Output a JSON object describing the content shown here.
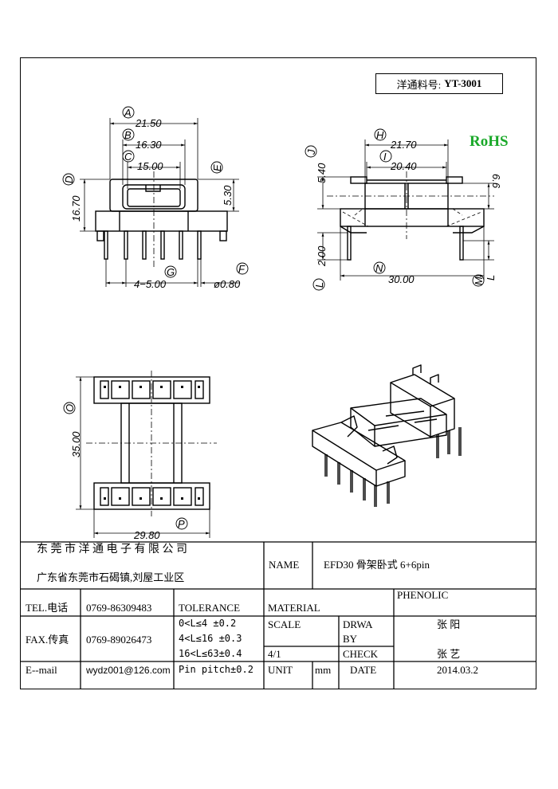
{
  "header": {
    "part_label": "洋通料号:",
    "part_number": "YT-3001",
    "rohs": "RoHS"
  },
  "dimensions": {
    "A": "A",
    "A_val": "21.50",
    "B": "B",
    "B_val": "16.30",
    "C": "C",
    "C_val": "15.00",
    "D": "D",
    "D_val": "16.70",
    "E": "E",
    "E_val": "5.30",
    "F": "F",
    "F_val": "ø0.80",
    "G": "G",
    "G_val": "4−5.00",
    "H": "H",
    "H_val": "21.70",
    "I": "I",
    "I_val": "20.40",
    "J": "J",
    "J_val": "5.40",
    "K_val": "6.6",
    "L": "L",
    "L_val": "2.00",
    "M": "M",
    "M_label2": "L",
    "N": "N",
    "N_val": "30.00",
    "O": "O",
    "O_val": "35.00",
    "P": "P",
    "P_val": "29.80"
  },
  "title_block": {
    "company": "东 莞 市 洋 通 电 子 有 限 公 司",
    "address": "广东省东莞市石碣镇,刘屋工业区",
    "name_label": "NAME",
    "name_value": "EFD30 骨架卧式 6+6pin",
    "tel_label": "TEL.电话",
    "tel_value": "0769-86309483",
    "tolerance_label": "TOLERANCE",
    "material_label": "MATERIAL",
    "material_value": "PHENOLIC",
    "fax_label": "FAX.传真",
    "fax_value": "0769-89026473",
    "tol1": "0<L≤4   ±0.2",
    "tol2": "4<L≤16  ±0.3",
    "tol3": "16<L≤63±0.4",
    "tol4": "Pin pitch±0.2",
    "scale_label": "SCALE",
    "scale_value": "4/1",
    "drawn_label1": "DRWA",
    "drawn_label2": "BY",
    "drawn_value": "张 阳",
    "check_label": "CHECK",
    "check_value": "张 艺",
    "email_label": "E--mail",
    "email_value": "wydz001@126.com",
    "unit_label": "UNIT",
    "unit_value": "mm",
    "date_label": "DATE",
    "date_value": "2014.03.2"
  }
}
